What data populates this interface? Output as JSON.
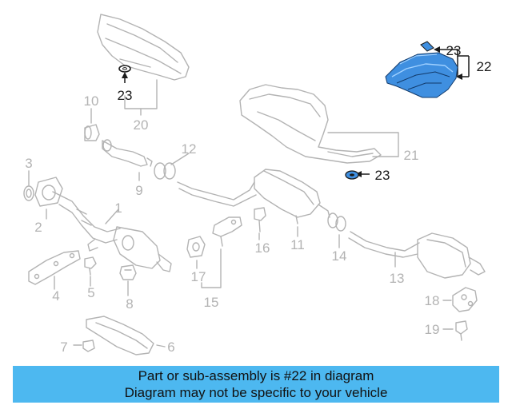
{
  "callouts": {
    "n1": "1",
    "n2": "2",
    "n3": "3",
    "n4": "4",
    "n5": "5",
    "n6": "6",
    "n7": "7",
    "n8": "8",
    "n9": "9",
    "n10": "10",
    "n11": "11",
    "n12": "12",
    "n13": "13",
    "n14": "14",
    "n15": "15",
    "n16": "16",
    "n17": "17",
    "n18": "18",
    "n19": "19",
    "n20": "20",
    "n21": "21",
    "n22": "22",
    "n23a": "23",
    "n23b": "23",
    "n23c": "23"
  },
  "banner": {
    "line1": "Part or sub-assembly is #22 in diagram",
    "line2": "Diagram may not be specific to your vehicle"
  },
  "colors": {
    "highlight_part": "#3f8fe0",
    "banner_bg": "#4db8f0",
    "faded_part": "#b3b3b3",
    "active_text": "#1a1a1a"
  }
}
